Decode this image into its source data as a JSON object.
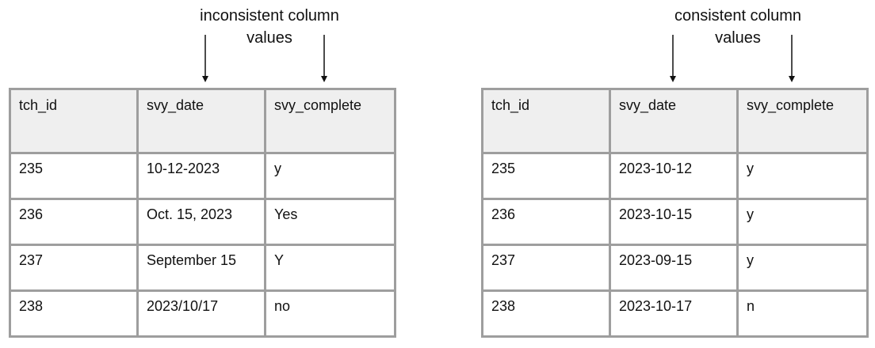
{
  "left_panel": {
    "caption_line1": "inconsistent column",
    "caption_line2": "values",
    "headers": [
      "tch_id",
      "svy_date",
      "svy_complete"
    ],
    "rows": [
      [
        "235",
        "10-12-2023",
        "y"
      ],
      [
        "236",
        "Oct. 15, 2023",
        "Yes"
      ],
      [
        "237",
        "September 15",
        "Y"
      ],
      [
        "238",
        "2023/10/17",
        "no"
      ]
    ]
  },
  "right_panel": {
    "caption_line1": "consistent column",
    "caption_line2": "values",
    "headers": [
      "tch_id",
      "svy_date",
      "svy_complete"
    ],
    "rows": [
      [
        "235",
        "2023-10-12",
        "y"
      ],
      [
        "236",
        "2023-10-15",
        "y"
      ],
      [
        "237",
        "2023-09-15",
        "y"
      ],
      [
        "238",
        "2023-10-17",
        "n"
      ]
    ]
  },
  "colors": {
    "border": "#9e9e9e",
    "header_bg": "#efefef",
    "text": "#111111"
  }
}
